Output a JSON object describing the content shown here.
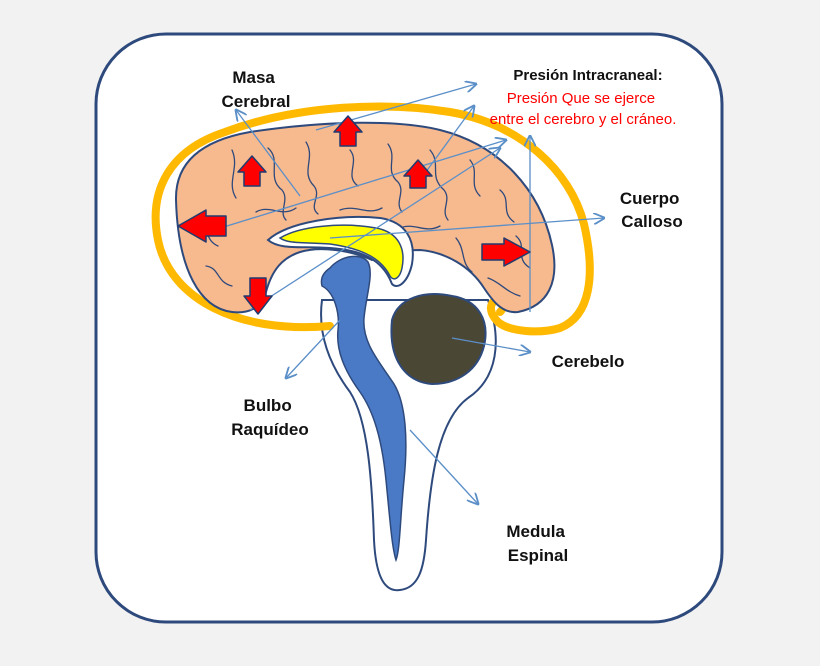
{
  "labels": {
    "masa_cerebral": [
      "Masa",
      "Cerebral"
    ],
    "presion_title": "Presión Intracraneal:",
    "presion_desc": [
      "Presión Que se ejerce",
      "entre el cerebro y el cráneo."
    ],
    "cuerpo_calloso": [
      "Cuerpo",
      "Calloso"
    ],
    "cerebelo": "Cerebelo",
    "bulbo_raquideo": [
      "Bulbo",
      "Raquídeo"
    ],
    "medula_espinal": [
      "Medula",
      "Espinal"
    ]
  },
  "colors": {
    "background": "#f2f2f2",
    "panel": "#ffffff",
    "outline": "#2e4a7d",
    "skull": "#ffb900",
    "brain": "#f7b98e",
    "corpus_callosum": "#ffff00",
    "brainstem": "#4a7ac6",
    "cerebellum": "#4b4735",
    "arrow_fill": "#ff0000",
    "arrow_stroke": "#1f3b70",
    "pointer": "#5b8fc8",
    "desc_text": "#ff0000"
  },
  "icons": {
    "pressure_arrow": "red-block-arrow-icon",
    "pointer_arrow": "thin-arrow-icon"
  }
}
